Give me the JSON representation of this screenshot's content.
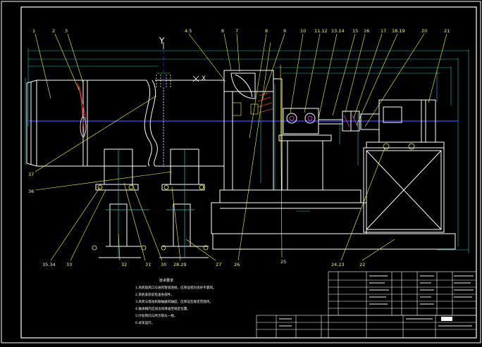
{
  "colors": {
    "background": "#000000",
    "frame": "#ffffff",
    "part_lines": "#ffffff",
    "center_lines": "#3a4cff",
    "dimension_lines": "#19c7c7",
    "leaders": "#ffff33",
    "labels": "#ffff33",
    "notes": "#ffffff",
    "hatch": "#ff3b3b",
    "highlight": "#ff40ff",
    "green": "#33ff33"
  },
  "axis_labels": {
    "y": "Y",
    "x": "X"
  },
  "callouts": [
    {
      "id": "c1",
      "text": "1"
    },
    {
      "id": "c2",
      "text": "2"
    },
    {
      "id": "c3",
      "text": "3"
    },
    {
      "id": "c45",
      "text": "4.5"
    },
    {
      "id": "c6",
      "text": "6"
    },
    {
      "id": "c7",
      "text": "7"
    },
    {
      "id": "c8",
      "text": "8"
    },
    {
      "id": "c9",
      "text": "9"
    },
    {
      "id": "c10",
      "text": "10"
    },
    {
      "id": "c1112",
      "text": "11.12"
    },
    {
      "id": "c1314",
      "text": "13.14"
    },
    {
      "id": "c15",
      "text": "15"
    },
    {
      "id": "c16",
      "text": "16"
    },
    {
      "id": "c17",
      "text": "17"
    },
    {
      "id": "c1819",
      "text": "18.19"
    },
    {
      "id": "c20",
      "text": "20"
    },
    {
      "id": "c21",
      "text": "21"
    },
    {
      "id": "c37",
      "text": "37"
    },
    {
      "id": "c36",
      "text": "36"
    },
    {
      "id": "c3534",
      "text": "35.34"
    },
    {
      "id": "c33",
      "text": "33"
    },
    {
      "id": "c32",
      "text": "32"
    },
    {
      "id": "c31",
      "text": "31"
    },
    {
      "id": "c30",
      "text": "30"
    },
    {
      "id": "c2829",
      "text": "28.29"
    },
    {
      "id": "c27",
      "text": "27"
    },
    {
      "id": "c26",
      "text": "26"
    },
    {
      "id": "c25",
      "text": "25"
    },
    {
      "id": "c2423",
      "text": "24.23"
    },
    {
      "id": "c22",
      "text": "22"
    }
  ],
  "notes": {
    "title": "技术要求",
    "items": [
      "1.风机吸风口与进风管道连接，应保证密封良好不漏风。",
      "2.风机安装前检查各部件。",
      "3.风机与电动机联轴器同轴度，应保证在规定范围内。",
      "4.轴承箱内应加注润滑油至规定位置。",
      "5.叶轮转向与所示箭头一致。",
      "6.试车运行。"
    ]
  }
}
